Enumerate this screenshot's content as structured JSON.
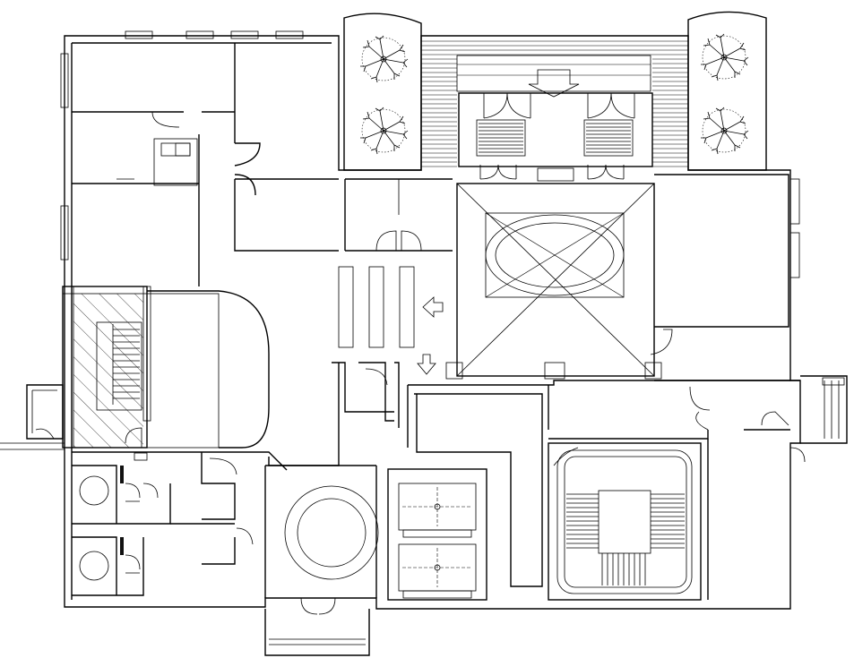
{
  "drawing": {
    "kind": "architectural floor plan",
    "line_color": "#000000",
    "background_color": "#ffffff",
    "annotations": []
  },
  "symbols": {
    "planters": 2,
    "trees": 4,
    "elevators": 2,
    "stairwells": 2,
    "circular_rooms": 1,
    "oval_void": 1,
    "direction_arrows": 3
  }
}
